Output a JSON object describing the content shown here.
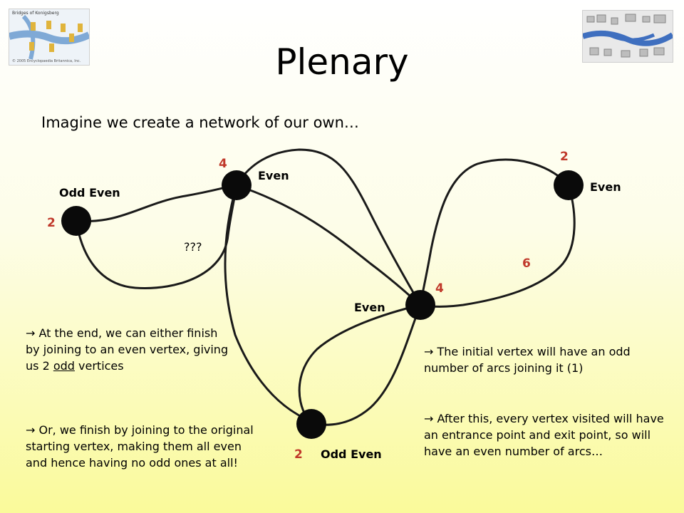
{
  "title": "Plenary",
  "subtitle": "Imagine we create a network of our own…",
  "thumb_left": {
    "caption": "Bridges of Konigsberg",
    "copyright": "© 2005 Encyclopaedia Britannica, Inc."
  },
  "labels": {
    "v1_parity": "Odd Even",
    "v2_parity": "Even",
    "v3_parity": "Even",
    "v4_parity": "Even",
    "v5_parity": "Odd Even",
    "question": "???"
  },
  "counts": {
    "v1": "2",
    "v2": "4",
    "v3": "2",
    "v4": "4",
    "v5": "2",
    "arc_count": "6"
  },
  "notes": {
    "left1_a": " At the end, we can either finish by joining to an even vertex, giving us 2 ",
    "left1_u": "odd",
    "left1_b": " vertices",
    "left2": " Or, we finish by joining to the original starting vertex, making them all even and hence having no odd ones at all!",
    "right1": " The initial vertex will have an odd number of arcs joining it (1)",
    "right2": " After this, every vertex visited will have an entrance point and exit point, so will have an even number of arcs…"
  },
  "colors": {
    "count_color": "#c0392b",
    "arc_color": "#1a1a1a"
  }
}
